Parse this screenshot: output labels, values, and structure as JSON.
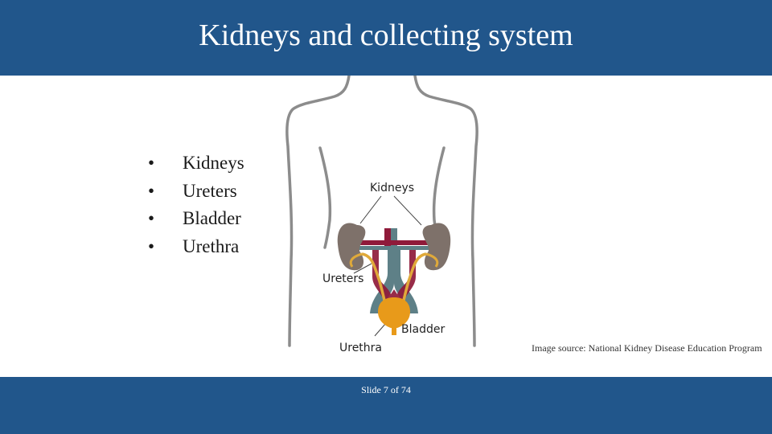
{
  "slide": {
    "title": "Kidneys and collecting system",
    "bullets": [
      {
        "marker": "•",
        "text": "Kidneys"
      },
      {
        "marker": "•",
        "text": "Ureters"
      },
      {
        "marker": "•",
        "text": "Bladder"
      },
      {
        "marker": "•",
        "text": "Urethra"
      }
    ],
    "figure": {
      "labels": {
        "kidneys": "Kidneys",
        "ureters": "Ureters",
        "bladder": "Bladder",
        "urethra": "Urethra"
      }
    },
    "image_source": "Image source: National Kidney Disease Education Program",
    "slide_number": "Slide 7 of 74"
  },
  "colors": {
    "header_bar": "#21568b",
    "footer_bar": "#21568b",
    "body_outline": "#8c8c8c",
    "kidney": "#7e716a",
    "aorta": "#8f1a3a",
    "vena_cava": "#5e8087",
    "ureter": "#e0a93a",
    "bladder": "#e89a1a"
  }
}
